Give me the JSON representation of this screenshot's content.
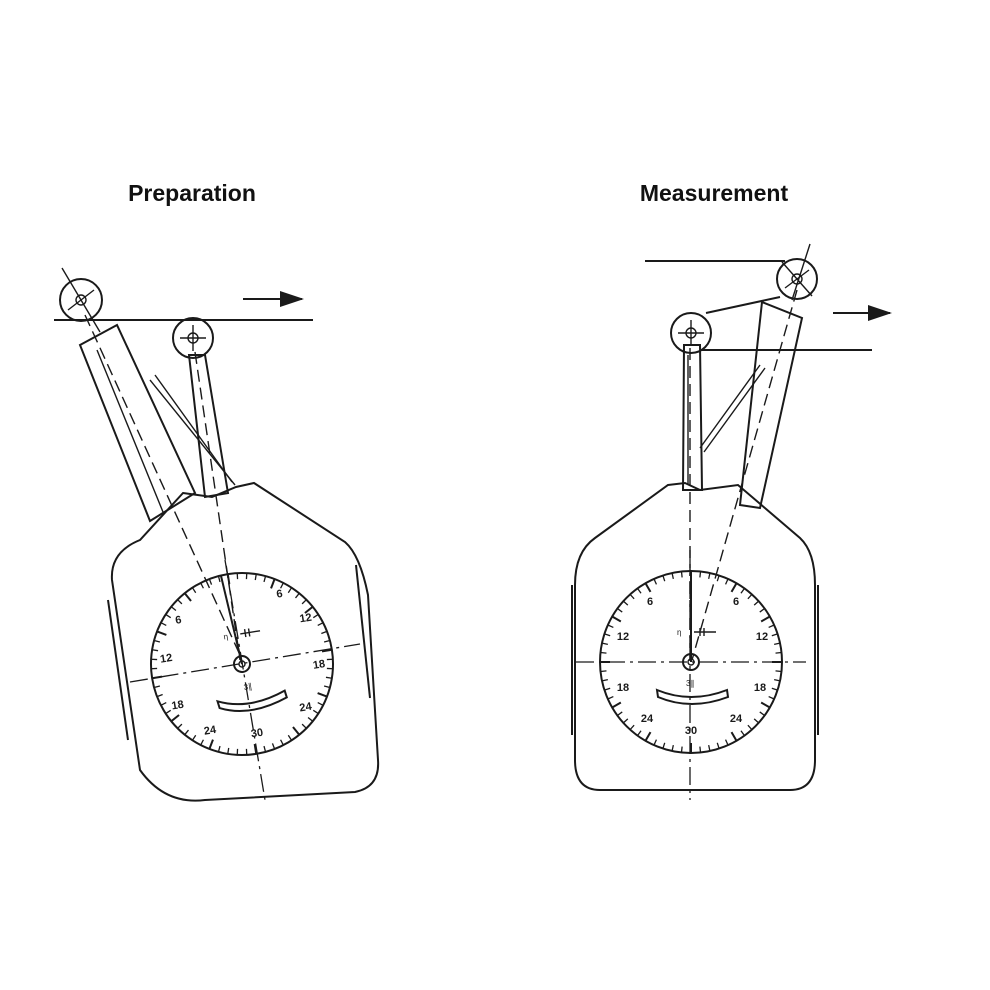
{
  "titles": {
    "left": "Preparation",
    "right": "Measurement"
  },
  "dial": {
    "labels_left_column": [
      "6",
      "12",
      "18",
      "24"
    ],
    "labels_right_column": [
      "6",
      "12",
      "18",
      "24"
    ],
    "bottom_label": "30"
  },
  "colors": {
    "ink": "#1a1a1a",
    "background": "#ffffff"
  }
}
